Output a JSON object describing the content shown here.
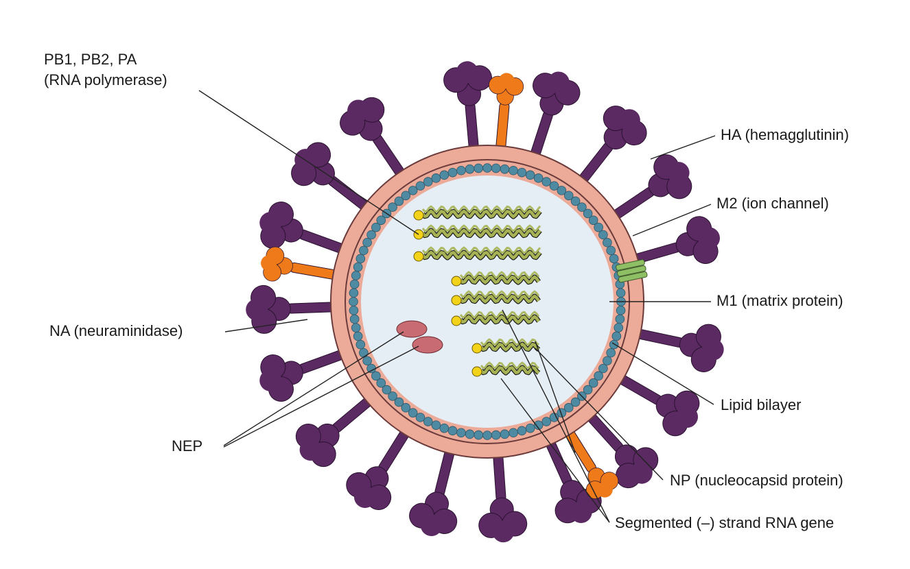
{
  "labels": {
    "polymerase_line1": "PB1, PB2, PA",
    "polymerase_line2": "(RNA polymerase)",
    "ha": "HA (hemagglutinin)",
    "m2": "M2 (ion channel)",
    "m1": "M1 (matrix protein)",
    "na": "NA (neuraminidase)",
    "lipid": "Lipid bilayer",
    "nep": "NEP",
    "np": "NP (nucleocapsid protein)",
    "rna": "Segmented (–) strand RNA gene"
  },
  "colors": {
    "ha_spike": "#5b2a62",
    "na_spike": "#ee7a1a",
    "m2_channel": "#8fbf65",
    "lipid_bilayer": "#ecaa98",
    "lipid_outline": "#6b3b3b",
    "matrix_beads": "#4f8aa3",
    "core": "#e6eef5",
    "rna_strand": "#a6b253",
    "polymerase_dot": "#f3d31a",
    "nep_oval": "#c86b72"
  }
}
